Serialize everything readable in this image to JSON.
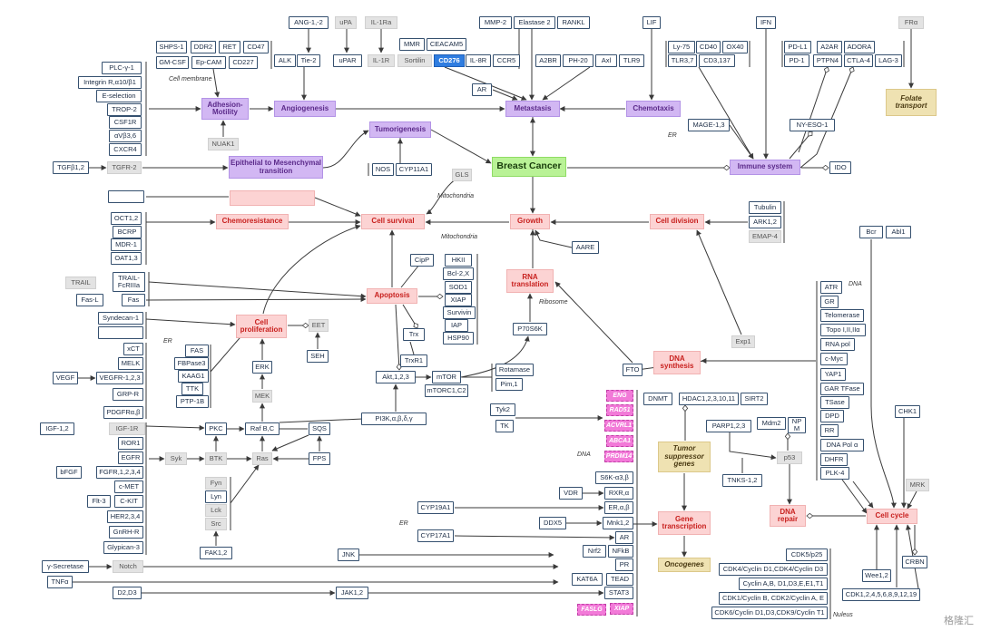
{
  "nodes": [
    {
      "id": "breast_cancer",
      "label": "Breast Cancer",
      "style": "green"
    },
    {
      "id": "metastasis",
      "label": "Metastasis",
      "style": "purple"
    },
    {
      "id": "angiogenesis",
      "label": "Angiogenesis",
      "style": "purple"
    },
    {
      "id": "adhesion_motility",
      "label": "Adhesion-Motility",
      "style": "purple"
    },
    {
      "id": "chemotaxis",
      "label": "Chemotaxis",
      "style": "purple"
    },
    {
      "id": "tumorigenesis",
      "label": "Tumorigenesis",
      "style": "purple"
    },
    {
      "id": "emt",
      "label": "Epithelial to Mesenchymal transition",
      "style": "purple"
    },
    {
      "id": "immune_system",
      "label": "Immune system",
      "style": "purple"
    },
    {
      "id": "cell_survival",
      "label": "Cell survival",
      "style": "red"
    },
    {
      "id": "chemoresistance",
      "label": "Chemoresistance",
      "style": "red"
    },
    {
      "id": "blank_red",
      "label": "",
      "style": "red"
    },
    {
      "id": "growth",
      "label": "Growth",
      "style": "red"
    },
    {
      "id": "cell_division",
      "label": "Cell division",
      "style": "red"
    },
    {
      "id": "apoptosis",
      "label": "Apoptosis",
      "style": "red"
    },
    {
      "id": "rna_translation",
      "label": "RNA translation",
      "style": "red"
    },
    {
      "id": "cell_proliferation",
      "label": "Cell proliferation",
      "style": "red"
    },
    {
      "id": "dna_synthesis",
      "label": "DNA synthesis",
      "style": "red"
    },
    {
      "id": "gene_transcription",
      "label": "Gene transcription",
      "style": "red"
    },
    {
      "id": "dna_repair",
      "label": "DNA repair",
      "style": "red"
    },
    {
      "id": "cell_cycle",
      "label": "Cell cycle",
      "style": "red"
    },
    {
      "id": "folate_transport",
      "label": "Folate transport",
      "style": "tan"
    },
    {
      "id": "tumor_suppressor_genes",
      "label": "Tumor suppressor genes",
      "style": "tan"
    },
    {
      "id": "oncogenes",
      "label": "Oncogenes",
      "style": "tan"
    },
    {
      "id": "ang12",
      "label": "ANG-1,-2",
      "style": "box"
    },
    {
      "id": "alk",
      "label": "ALK",
      "style": "box"
    },
    {
      "id": "tie2",
      "label": "Tie-2",
      "style": "box"
    },
    {
      "id": "upa",
      "label": "uPA",
      "style": "gray"
    },
    {
      "id": "il1ra",
      "label": "IL-1Ra",
      "style": "gray"
    },
    {
      "id": "upar",
      "label": "uPAR",
      "style": "box"
    },
    {
      "id": "il1r",
      "label": "IL-1R",
      "style": "gray"
    },
    {
      "id": "mmr",
      "label": "MMR",
      "style": "box"
    },
    {
      "id": "ceacam5",
      "label": "CEACAM5",
      "style": "box"
    },
    {
      "id": "sortilin",
      "label": "Sortilin",
      "style": "gray"
    },
    {
      "id": "cd276",
      "label": "CD276",
      "style": "blue"
    },
    {
      "id": "il8r",
      "label": "IL-8R",
      "style": "box"
    },
    {
      "id": "ccr5",
      "label": "CCR5",
      "style": "box"
    },
    {
      "id": "mmp2",
      "label": "MMP-2",
      "style": "box"
    },
    {
      "id": "elastase2",
      "label": "Elastase 2",
      "style": "box"
    },
    {
      "id": "rankl",
      "label": "RANKL",
      "style": "box"
    },
    {
      "id": "a2br",
      "label": "A2BR",
      "style": "box"
    },
    {
      "id": "ph20",
      "label": "PH-20",
      "style": "box"
    },
    {
      "id": "axl",
      "label": "Axl",
      "style": "box"
    },
    {
      "id": "tlr9",
      "label": "TLR9",
      "style": "box"
    },
    {
      "id": "lif",
      "label": "LIF",
      "style": "box"
    },
    {
      "id": "ifn",
      "label": "IFN",
      "style": "box"
    },
    {
      "id": "fra",
      "label": "FRα",
      "style": "gray"
    },
    {
      "id": "ly75",
      "label": "Ly-75",
      "style": "box"
    },
    {
      "id": "cd40",
      "label": "CD40",
      "style": "box"
    },
    {
      "id": "ox40",
      "label": "OX40",
      "style": "box"
    },
    {
      "id": "tlr37",
      "label": "TLR3,7",
      "style": "box"
    },
    {
      "id": "cd3137",
      "label": "CD3,137",
      "style": "box"
    },
    {
      "id": "pdl1",
      "label": "PD-L1",
      "style": "box"
    },
    {
      "id": "a2ar",
      "label": "A2AR",
      "style": "box"
    },
    {
      "id": "adora",
      "label": "ADORA",
      "style": "box"
    },
    {
      "id": "pd1",
      "label": "PD-1",
      "style": "box"
    },
    {
      "id": "ptpn4",
      "label": "PTPN4",
      "style": "box"
    },
    {
      "id": "ctla4",
      "label": "CTLA-4",
      "style": "box"
    },
    {
      "id": "lag3",
      "label": "LAG-3",
      "style": "box"
    },
    {
      "id": "shps1",
      "label": "SHPS-1",
      "style": "box"
    },
    {
      "id": "ddr2",
      "label": "DDR2",
      "style": "box"
    },
    {
      "id": "ret",
      "label": "RET",
      "style": "box"
    },
    {
      "id": "cd47",
      "label": "CD47",
      "style": "box"
    },
    {
      "id": "gmcsf",
      "label": "GM-CSF",
      "style": "box"
    },
    {
      "id": "epcam",
      "label": "Ep-CAM",
      "style": "box"
    },
    {
      "id": "cd227",
      "label": "CD227",
      "style": "box"
    },
    {
      "id": "plcg1",
      "label": "PLC-γ-1",
      "style": "box"
    },
    {
      "id": "integrin",
      "label": "Integrin R,α10/β1",
      "style": "box"
    },
    {
      "id": "eselection",
      "label": "E-selection",
      "style": "box"
    },
    {
      "id": "trop2",
      "label": "TROP-2",
      "style": "box"
    },
    {
      "id": "csf1r",
      "label": "CSF1R",
      "style": "box"
    },
    {
      "id": "avb36",
      "label": "αVβ3,6",
      "style": "box"
    },
    {
      "id": "cxcr4",
      "label": "CXCR4",
      "style": "box"
    },
    {
      "id": "nuak1",
      "label": "NUAK1",
      "style": "gray"
    },
    {
      "id": "ar_top",
      "label": "AR",
      "style": "box"
    },
    {
      "id": "mage13",
      "label": "MAGE-1,3",
      "style": "box"
    },
    {
      "id": "nyeso1",
      "label": "NY-ESO-1",
      "style": "box"
    },
    {
      "id": "ido",
      "label": "IDO",
      "style": "box"
    },
    {
      "id": "tgfb12",
      "label": "TGFβ1,2",
      "style": "box"
    },
    {
      "id": "tgfr2",
      "label": "TGFR-2",
      "style": "gray"
    },
    {
      "id": "nos",
      "label": "NOS",
      "style": "box"
    },
    {
      "id": "cyp11a1",
      "label": "CYP11A1",
      "style": "box"
    },
    {
      "id": "gls",
      "label": "GLS",
      "style": "gray"
    },
    {
      "id": "blank_box1",
      "label": "",
      "style": "box"
    },
    {
      "id": "oct12",
      "label": "OCT1,2",
      "style": "box"
    },
    {
      "id": "bcrp",
      "label": "BCRP",
      "style": "box"
    },
    {
      "id": "mdr1",
      "label": "MDR-1",
      "style": "box"
    },
    {
      "id": "oat13",
      "label": "OAT1,3",
      "style": "box"
    },
    {
      "id": "tubulin",
      "label": "Tubulin",
      "style": "box"
    },
    {
      "id": "ark12",
      "label": "ARK1,2",
      "style": "box"
    },
    {
      "id": "emap4",
      "label": "EMAP-4",
      "style": "gray"
    },
    {
      "id": "trail",
      "label": "TRAIL",
      "style": "gray"
    },
    {
      "id": "trailr",
      "label": "TRAIL-FcRIIIa",
      "style": "box"
    },
    {
      "id": "fasl",
      "label": "Fas-L",
      "style": "box"
    },
    {
      "id": "fas",
      "label": "Fas",
      "style": "box"
    },
    {
      "id": "cipp",
      "label": "CipP",
      "style": "box"
    },
    {
      "id": "hkii",
      "label": "HKII",
      "style": "box"
    },
    {
      "id": "bcl2x",
      "label": "Bcl-2,X",
      "style": "box"
    },
    {
      "id": "sod1",
      "label": "SOD1",
      "style": "box"
    },
    {
      "id": "xiap",
      "label": "XIAP",
      "style": "box"
    },
    {
      "id": "survivin",
      "label": "Survivin",
      "style": "box"
    },
    {
      "id": "iap",
      "label": "IAP",
      "style": "box"
    },
    {
      "id": "hsp90",
      "label": "HSP90",
      "style": "box"
    },
    {
      "id": "aare",
      "label": "AARE",
      "style": "box"
    },
    {
      "id": "bcr",
      "label": "Bcr",
      "style": "box"
    },
    {
      "id": "abl1",
      "label": "Abl1",
      "style": "box"
    },
    {
      "id": "syndecan1",
      "label": "Syndecan-1",
      "style": "box"
    },
    {
      "id": "blank_box2",
      "label": "",
      "style": "box"
    },
    {
      "id": "eet",
      "label": "EET",
      "style": "gray"
    },
    {
      "id": "seh",
      "label": "SEH",
      "style": "box"
    },
    {
      "id": "trx",
      "label": "Trx",
      "style": "box"
    },
    {
      "id": "trxr1",
      "label": "TrxR1",
      "style": "box"
    },
    {
      "id": "p70s6k",
      "label": "P70S6K",
      "style": "box"
    },
    {
      "id": "exp1",
      "label": "Exp1",
      "style": "gray"
    },
    {
      "id": "atr",
      "label": "ATR",
      "style": "box"
    },
    {
      "id": "gr",
      "label": "GR",
      "style": "box"
    },
    {
      "id": "telomerase",
      "label": "Telomerase",
      "style": "box"
    },
    {
      "id": "topo",
      "label": "Topo I,II,IIα",
      "style": "box"
    },
    {
      "id": "rnapol",
      "label": "RNA pol",
      "style": "box"
    },
    {
      "id": "cmyc",
      "label": "c-Myc",
      "style": "box"
    },
    {
      "id": "yap1",
      "label": "YAP1",
      "style": "box"
    },
    {
      "id": "gartfase",
      "label": "GAR TFase",
      "style": "box"
    },
    {
      "id": "tsase",
      "label": "TSase",
      "style": "box"
    },
    {
      "id": "dpd",
      "label": "DPD",
      "style": "box"
    },
    {
      "id": "rr",
      "label": "RR",
      "style": "box"
    },
    {
      "id": "dnapola",
      "label": "DNA Pol α",
      "style": "box"
    },
    {
      "id": "dhfr",
      "label": "DHFR",
      "style": "box"
    },
    {
      "id": "plk4",
      "label": "PLK-4",
      "style": "box"
    },
    {
      "id": "xct",
      "label": "xCT",
      "style": "box"
    },
    {
      "id": "melk",
      "label": "MELK",
      "style": "box"
    },
    {
      "id": "fas2",
      "label": "FAS",
      "style": "box"
    },
    {
      "id": "fbpase3",
      "label": "FBPase3",
      "style": "box"
    },
    {
      "id": "kaag1",
      "label": "KAAG1",
      "style": "box"
    },
    {
      "id": "ttk",
      "label": "TTK",
      "style": "box"
    },
    {
      "id": "ptp1b",
      "label": "PTP-1B",
      "style": "box"
    },
    {
      "id": "vegf",
      "label": "VEGF",
      "style": "box"
    },
    {
      "id": "vegfr",
      "label": "VEGFR-1,2,3",
      "style": "box"
    },
    {
      "id": "grpr",
      "label": "GRP-R",
      "style": "box"
    },
    {
      "id": "pdgfr",
      "label": "PDGFRα,β",
      "style": "box"
    },
    {
      "id": "erk",
      "label": "ERK",
      "style": "box"
    },
    {
      "id": "mek",
      "label": "MEK",
      "style": "gray"
    },
    {
      "id": "akt",
      "label": "Akt,1,2,3",
      "style": "box"
    },
    {
      "id": "mtor",
      "label": "mTOR",
      "style": "box"
    },
    {
      "id": "mtorc1c2",
      "label": "mTORC1,C2",
      "style": "box"
    },
    {
      "id": "rotamase",
      "label": "Rotamase",
      "style": "box"
    },
    {
      "id": "pim1",
      "label": "Pim,1",
      "style": "box"
    },
    {
      "id": "fto",
      "label": "FTO",
      "style": "box"
    },
    {
      "id": "dnmt",
      "label": "DNMT",
      "style": "box"
    },
    {
      "id": "hdac",
      "label": "HDAC1,2,3,10,11",
      "style": "box"
    },
    {
      "id": "sirt2",
      "label": "SIRT2",
      "style": "box"
    },
    {
      "id": "chk1",
      "label": "CHK1",
      "style": "box"
    },
    {
      "id": "igf12",
      "label": "IGF-1,2",
      "style": "box"
    },
    {
      "id": "igf1r",
      "label": "IGF-1R",
      "style": "gray"
    },
    {
      "id": "ror1",
      "label": "ROR1",
      "style": "box"
    },
    {
      "id": "egfr",
      "label": "EGFR",
      "style": "box"
    },
    {
      "id": "bfgf",
      "label": "bFGF",
      "style": "box"
    },
    {
      "id": "fgfr",
      "label": "FGFR,1,2,3,4",
      "style": "box"
    },
    {
      "id": "cmet",
      "label": "c-MET",
      "style": "box"
    },
    {
      "id": "flt3",
      "label": "Flt-3",
      "style": "box"
    },
    {
      "id": "ckit",
      "label": "C-KIT",
      "style": "box"
    },
    {
      "id": "her234",
      "label": "HER2,3,4",
      "style": "box"
    },
    {
      "id": "gnrhr",
      "label": "GnRH-R",
      "style": "box"
    },
    {
      "id": "glypican3",
      "label": "Glypican-3",
      "style": "box"
    },
    {
      "id": "pkc",
      "label": "PKC",
      "style": "box"
    },
    {
      "id": "rafbc",
      "label": "Raf B,C",
      "style": "box"
    },
    {
      "id": "sqs",
      "label": "SQS",
      "style": "box"
    },
    {
      "id": "syk",
      "label": "Syk",
      "style": "gray"
    },
    {
      "id": "btk",
      "label": "BTK",
      "style": "gray"
    },
    {
      "id": "ras",
      "label": "Ras",
      "style": "gray"
    },
    {
      "id": "fps",
      "label": "FPS",
      "style": "box"
    },
    {
      "id": "pi3k",
      "label": "PI3K,α,β,δ,γ",
      "style": "box"
    },
    {
      "id": "tyk2",
      "label": "Tyk2",
      "style": "box"
    },
    {
      "id": "tk",
      "label": "TK",
      "style": "box"
    },
    {
      "id": "parp",
      "label": "PARP1,2,3",
      "style": "box"
    },
    {
      "id": "mdm2",
      "label": "Mdm2",
      "style": "box"
    },
    {
      "id": "npm",
      "label": "NP M",
      "style": "box"
    },
    {
      "id": "p53",
      "label": "p53",
      "style": "gray"
    },
    {
      "id": "tnks",
      "label": "TNKS-1,2",
      "style": "box"
    },
    {
      "id": "mrk",
      "label": "MRK",
      "style": "gray"
    },
    {
      "id": "fyn",
      "label": "Fyn",
      "style": "gray"
    },
    {
      "id": "lyn",
      "label": "Lyn",
      "style": "box"
    },
    {
      "id": "lck",
      "label": "Lck",
      "style": "gray"
    },
    {
      "id": "src",
      "label": "Src",
      "style": "gray"
    },
    {
      "id": "fak12",
      "label": "FAK1,2",
      "style": "box"
    },
    {
      "id": "s6k",
      "label": "S6K-α3,β",
      "style": "box"
    },
    {
      "id": "vdr",
      "label": "VDR",
      "style": "box"
    },
    {
      "id": "rxr",
      "label": "RXR,α",
      "style": "box"
    },
    {
      "id": "cyp19a1",
      "label": "CYP19A1",
      "style": "box"
    },
    {
      "id": "erab",
      "label": "ER,α,β",
      "style": "box"
    },
    {
      "id": "ddx5",
      "label": "DDX5",
      "style": "box"
    },
    {
      "id": "mnk12",
      "label": "Mnk1,2",
      "style": "box"
    },
    {
      "id": "cyp17a1",
      "label": "CYP17A1",
      "style": "box"
    },
    {
      "id": "ar_bottom",
      "label": "AR",
      "style": "box"
    },
    {
      "id": "nrf2",
      "label": "Nrf2",
      "style": "box"
    },
    {
      "id": "nfkb",
      "label": "NFkB",
      "style": "box"
    },
    {
      "id": "jnk",
      "label": "JNK",
      "style": "box"
    },
    {
      "id": "pr",
      "label": "PR",
      "style": "box"
    },
    {
      "id": "kat6a",
      "label": "KAT6A",
      "style": "box"
    },
    {
      "id": "tead",
      "label": "TEAD",
      "style": "box"
    },
    {
      "id": "gsecretase",
      "label": "γ-Secretase",
      "style": "box"
    },
    {
      "id": "notch",
      "label": "Notch",
      "style": "gray"
    },
    {
      "id": "tnfa",
      "label": "TNFα",
      "style": "box"
    },
    {
      "id": "stat3",
      "label": "STAT3",
      "style": "box"
    },
    {
      "id": "d2d3",
      "label": "D2,D3",
      "style": "box"
    },
    {
      "id": "jak12",
      "label": "JAK1,2",
      "style": "box"
    },
    {
      "id": "eng",
      "label": "ENG",
      "style": "pink"
    },
    {
      "id": "rad51",
      "label": "RAD51",
      "style": "pink"
    },
    {
      "id": "acvrl1",
      "label": "ACVRL1",
      "style": "pink"
    },
    {
      "id": "abca1",
      "label": "ABCA1",
      "style": "pink"
    },
    {
      "id": "prdm14",
      "label": "PRDM14",
      "style": "pink"
    },
    {
      "id": "faslg",
      "label": "FASLG",
      "style": "pink"
    },
    {
      "id": "xiap_pink",
      "label": "XIAP",
      "style": "pink"
    },
    {
      "id": "cdk5",
      "label": "CDK5/p25",
      "style": "box"
    },
    {
      "id": "cdk4",
      "label": "CDK4/Cyclin D1,CDK4/Cyclin D3",
      "style": "box"
    },
    {
      "id": "cyclinab",
      "label": "Cyclin A,B, D1,D3,E,E1,T1",
      "style": "box"
    },
    {
      "id": "wee12",
      "label": "Wee1,2",
      "style": "box"
    },
    {
      "id": "crbn",
      "label": "CRBN",
      "style": "box"
    },
    {
      "id": "cdk1",
      "label": "CDK1/Cyclin B, CDK2/Cyclin A, E",
      "style": "box"
    },
    {
      "id": "cdklist",
      "label": "CDK1,2,4,5,6,8,9,12,19",
      "style": "box"
    },
    {
      "id": "cdk6",
      "label": "CDK6/Cyclin D1,D3,CDK9/Cyclin T1",
      "style": "box"
    }
  ],
  "labels": [
    {
      "id": "lbl_cell_membrane",
      "text": "Cell membrane"
    },
    {
      "id": "lbl_er1",
      "text": "ER"
    },
    {
      "id": "lbl_mito1",
      "text": "Mitochondria"
    },
    {
      "id": "lbl_mito2",
      "text": "Mitochondria"
    },
    {
      "id": "lbl_er2",
      "text": "ER"
    },
    {
      "id": "lbl_ribosome",
      "text": "Ribosome"
    },
    {
      "id": "lbl_dna1",
      "text": "DNA"
    },
    {
      "id": "lbl_dna2",
      "text": "DNA"
    },
    {
      "id": "lbl_er3",
      "text": "ER"
    },
    {
      "id": "lbl_nucleus",
      "text": "Nuleus"
    }
  ],
  "watermark": "格隆汇",
  "colors": {
    "line": "#3a3a3a",
    "node_border": "#35506f",
    "survival_red": "#c8201e",
    "process_purple": "#d2b7f3",
    "core_green": "#b9f296"
  }
}
